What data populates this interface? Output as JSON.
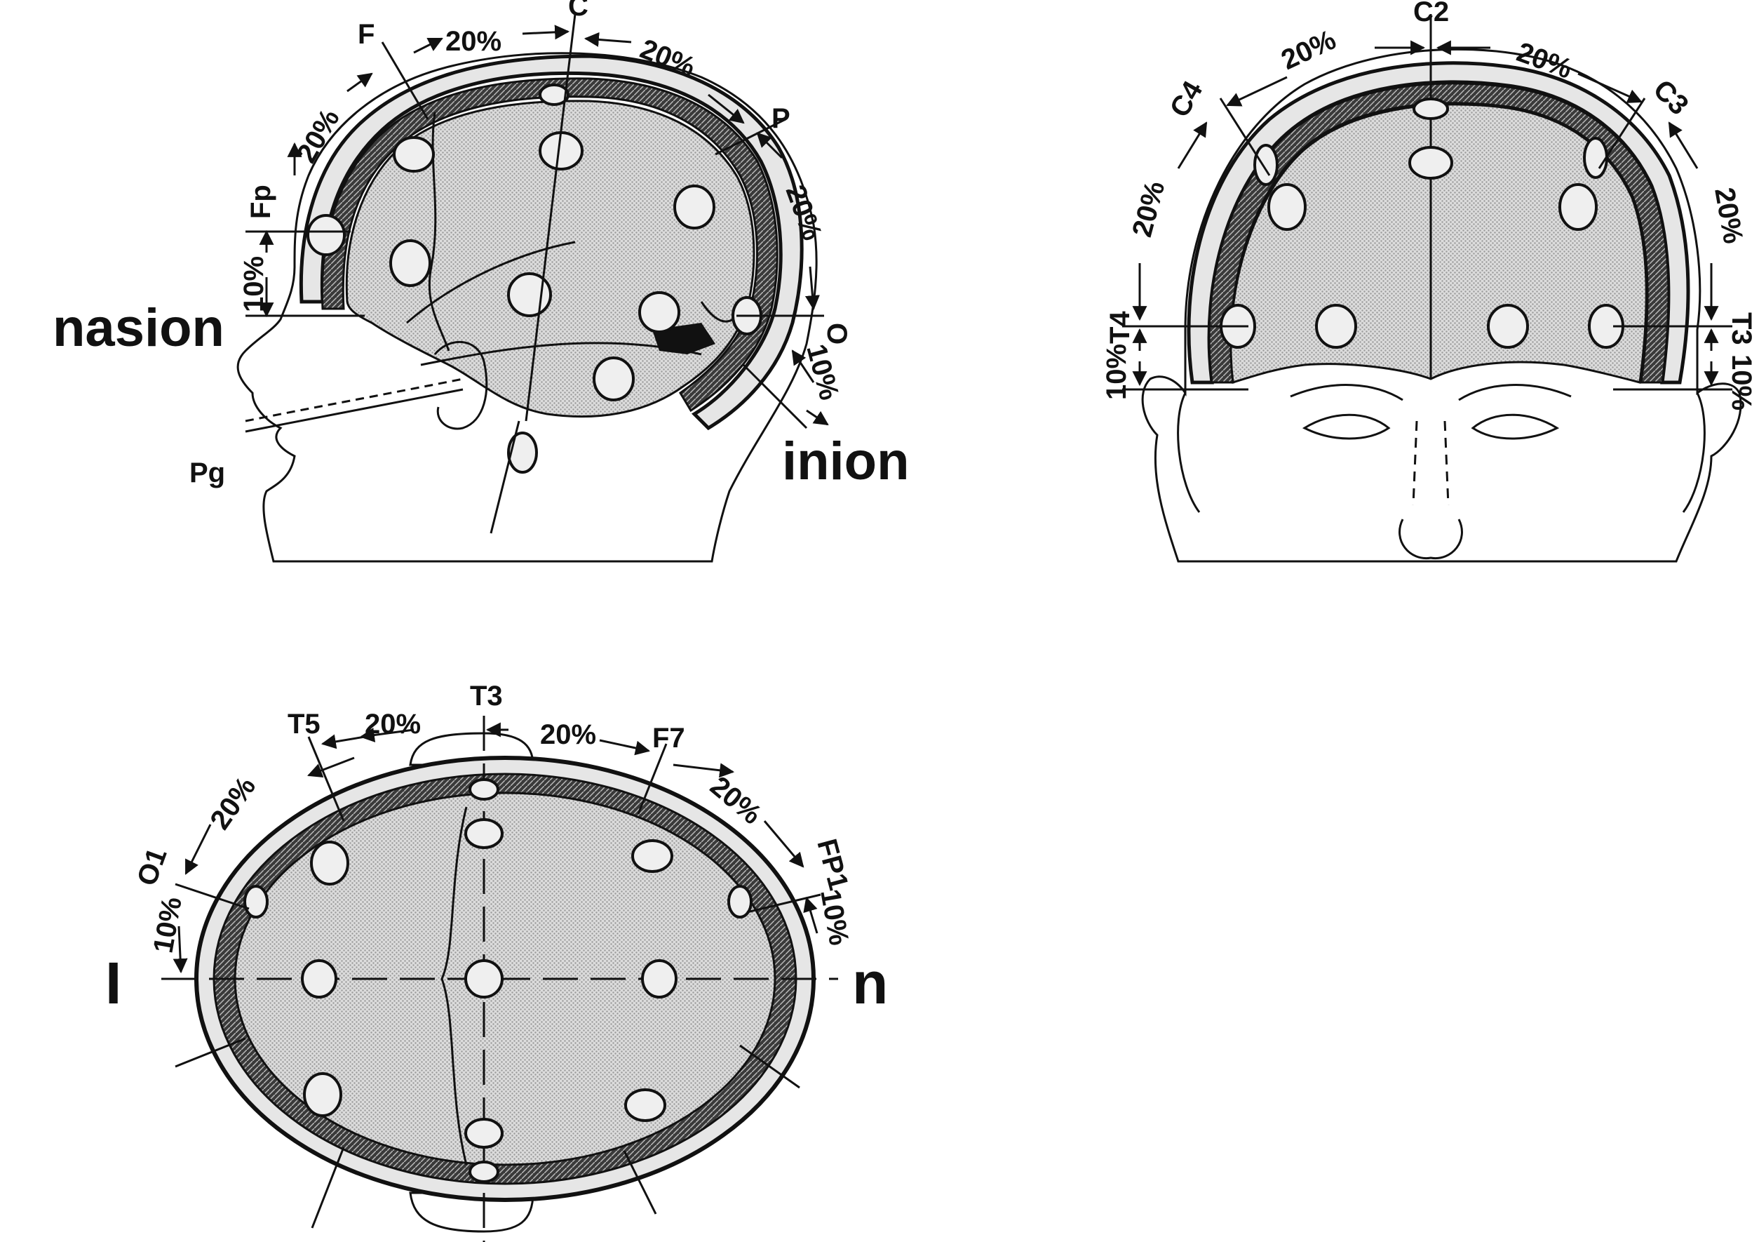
{
  "lateral_view": {
    "big_labels": {
      "nasion": "nasion",
      "inion": "inion"
    },
    "positions": {
      "F": "F",
      "C": "C",
      "P": "P",
      "O": "O",
      "Fp": "Fp",
      "Pg": "Pg"
    },
    "percentages": {
      "f_c": "20%",
      "c_p": "20%",
      "fp_f": "20%",
      "p_o": "20%",
      "nasion_fp": "10%",
      "o_inion": "10%"
    }
  },
  "frontal_view": {
    "positions": {
      "C2": "C2",
      "C4": "C4",
      "C3": "C3",
      "T4": "T4",
      "T3": "T3"
    },
    "percentages": {
      "c4_c2": "20%",
      "c2_c3": "20%",
      "t4_c4": "20%",
      "c3_t3": "20%",
      "t4_low": "10%",
      "t3_low": "10%"
    }
  },
  "top_view": {
    "big_labels": {
      "I": "I",
      "n": "n"
    },
    "positions": {
      "T3": "T3",
      "T5": "T5",
      "F7": "F7",
      "O1": "O1",
      "Fp1": "FP1"
    },
    "percentages": {
      "t5_t3": "20%",
      "t3_f7": "20%",
      "o1_t5": "20%",
      "f7_fp1": "20%",
      "i_o1": "10%",
      "fp1_n": "10%"
    }
  },
  "colors": {
    "ink": "#111111",
    "brain": "#d6d6d6",
    "skull": "#4a4a4a",
    "skin": "#f4f4f4"
  }
}
